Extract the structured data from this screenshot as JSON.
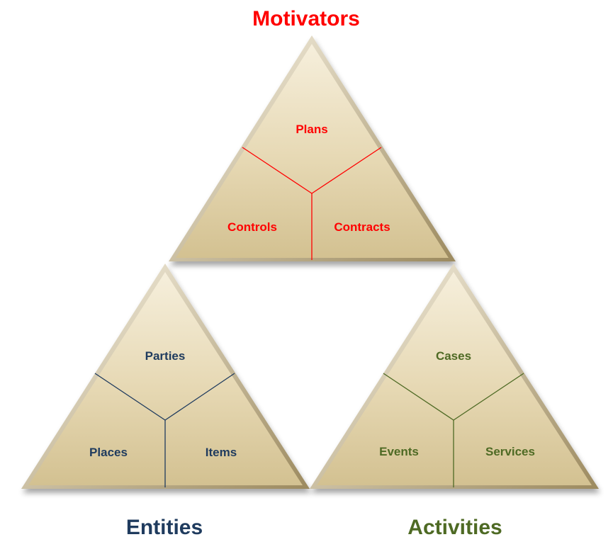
{
  "triangles": {
    "motivators": {
      "title": "Motivators",
      "color": "#ff0000",
      "sections": {
        "top": "Plans",
        "left": "Controls",
        "right": "Contracts"
      }
    },
    "entities": {
      "title": "Entities",
      "color": "#1f3b5e",
      "sections": {
        "top": "Parties",
        "left": "Places",
        "right": "Items"
      }
    },
    "activities": {
      "title": "Activities",
      "color": "#4e6a24",
      "sections": {
        "top": "Cases",
        "left": "Events",
        "right": "Services"
      }
    }
  },
  "fill_colors": {
    "light": "#f3ead4",
    "mid": "#ddcda4",
    "dark": "#b09e75"
  }
}
